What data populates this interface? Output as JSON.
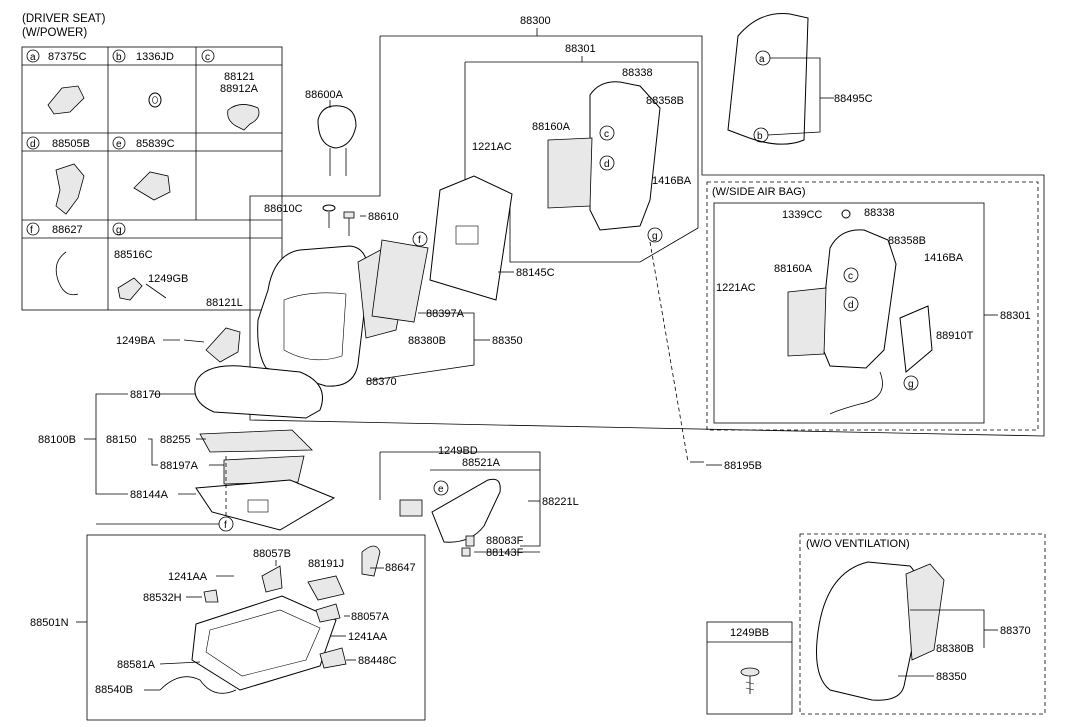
{
  "header": {
    "line1": "(DRIVER SEAT)",
    "line2": "(W/POWER)"
  },
  "legend_cells": [
    {
      "letter": "a",
      "code": "87375C"
    },
    {
      "letter": "b",
      "code": "1336JD"
    },
    {
      "letter": "c",
      "code": "88121",
      "code2": "88912A"
    },
    {
      "letter": "d",
      "code": "88505B"
    },
    {
      "letter": "e",
      "code": "85839C"
    },
    {
      "letter": "f",
      "code": "88627"
    },
    {
      "letter": "g",
      "code": "",
      "sub1": "88516C",
      "sub2": "1249GB"
    }
  ],
  "section_titles": {
    "side_air_bag": "(W/SIDE AIR BAG)",
    "wo_ventilation": "(W/O VENTILATION)",
    "box_1249bb": "1249BB"
  },
  "part_labels": {
    "p88300": "88300",
    "p88301": "88301",
    "p88338": "88338",
    "p88358B": "88358B",
    "p88160A": "88160A",
    "p1221AC": "1221AC",
    "p1416BA": "1416BA",
    "p88600A": "88600A",
    "p88610C": "88610C",
    "p88610": "88610",
    "p88145C": "88145C",
    "p88495C": "88495C",
    "p88121L": "88121L",
    "p1249BA": "1249BA",
    "p88397A": "88397A",
    "p88380B": "88380B",
    "p88350": "88350",
    "p88370": "88370",
    "p88170": "88170",
    "p88100B": "88100B",
    "p88150": "88150",
    "p88255": "88255",
    "p88197A": "88197A",
    "p88144A": "88144A",
    "p1249BD": "1249BD",
    "p88521A": "88521A",
    "p88221L": "88221L",
    "p88083F": "88083F",
    "p88143F": "88143F",
    "p88195B": "88195B",
    "p88057B": "88057B",
    "p88191J": "88191J",
    "p88647": "88647",
    "p1241AA": "1241AA",
    "p88532H": "88532H",
    "p88057A": "88057A",
    "p88501N": "88501N",
    "p1241AA_2": "1241AA",
    "p88581A": "88581A",
    "p88448C": "88448C",
    "p88540B": "88540B",
    "sab_1339CC": "1339CC",
    "sab_88338": "88338",
    "sab_88358B": "88358B",
    "sab_1416BA": "1416BA",
    "sab_88160A": "88160A",
    "sab_1221AC": "1221AC",
    "sab_88301": "88301",
    "sab_88910T": "88910T",
    "wov_88370": "88370",
    "wov_88380B": "88380B",
    "wov_88350": "88350"
  },
  "callouts": {
    "a": "a",
    "b": "b",
    "c": "c",
    "d": "d",
    "e": "e",
    "f": "f",
    "g": "g"
  }
}
